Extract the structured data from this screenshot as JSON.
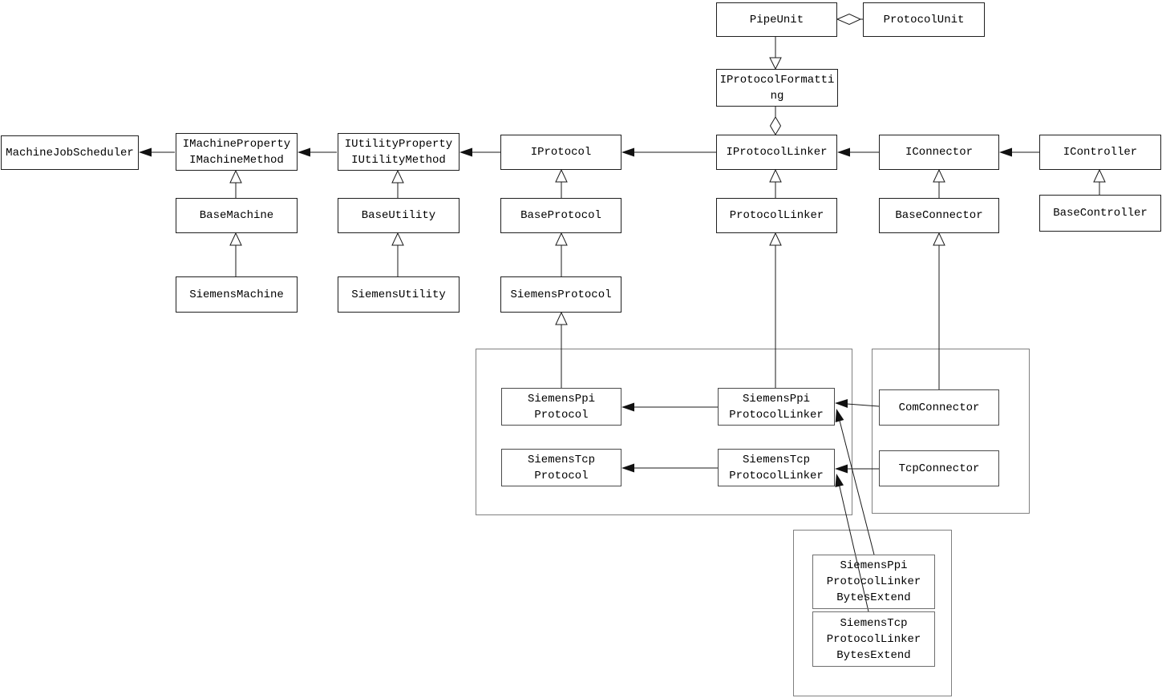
{
  "diagram": {
    "nodes": {
      "pipe_unit": {
        "label": "PipeUnit"
      },
      "protocol_unit": {
        "label": "ProtocolUnit"
      },
      "iprotocol_formatting": {
        "label": "IProtocolFormatti\nng"
      },
      "machine_job_scheduler": {
        "label": "MachineJobScheduler"
      },
      "imachine_property": {
        "label": "IMachineProperty\nIMachineMethod"
      },
      "iutility_property": {
        "label": "IUtilityProperty\nIUtilityMethod"
      },
      "iprotocol": {
        "label": "IProtocol"
      },
      "iprotocol_linker": {
        "label": "IProtocolLinker"
      },
      "iconnector": {
        "label": "IConnector"
      },
      "icontroller": {
        "label": "IController"
      },
      "base_machine": {
        "label": "BaseMachine"
      },
      "base_utility": {
        "label": "BaseUtility"
      },
      "base_protocol": {
        "label": "BaseProtocol"
      },
      "protocol_linker": {
        "label": "ProtocolLinker"
      },
      "base_connector": {
        "label": "BaseConnector"
      },
      "base_controller": {
        "label": "BaseController"
      },
      "siemens_machine": {
        "label": "SiemensMachine"
      },
      "siemens_utility": {
        "label": "SiemensUtility"
      },
      "siemens_protocol": {
        "label": "SiemensProtocol"
      },
      "siemens_ppi_protocol": {
        "label": "SiemensPpi\nProtocol"
      },
      "siemens_tcp_protocol": {
        "label": "SiemensTcp\nProtocol"
      },
      "siemens_ppi_protocol_linker": {
        "label": "SiemensPpi\nProtocolLinker"
      },
      "siemens_tcp_protocol_linker": {
        "label": "SiemensTcp\nProtocolLinker"
      },
      "com_connector": {
        "label": "ComConnector"
      },
      "tcp_connector": {
        "label": "TcpConnector"
      },
      "siemens_ppi_protocol_linker_bytes_extend": {
        "label": "SiemensPpi\nProtocolLinker\nBytesExtend"
      },
      "siemens_tcp_protocol_linker_bytes_extend": {
        "label": "SiemensTcp\nProtocolLinker\nBytesExtend"
      }
    },
    "relationships": [
      {
        "from": "PipeUnit",
        "to": "ProtocolUnit",
        "type": "aggregation"
      },
      {
        "from": "PipeUnit",
        "to": "IProtocolFormatting",
        "type": "inheritance"
      },
      {
        "from": "IProtocolFormatting",
        "to": "IProtocolLinker",
        "type": "aggregation"
      },
      {
        "from": "IMachineProperty IMachineMethod",
        "to": "MachineJobScheduler",
        "type": "association"
      },
      {
        "from": "IUtilityProperty IUtilityMethod",
        "to": "IMachineProperty IMachineMethod",
        "type": "association"
      },
      {
        "from": "IProtocol",
        "to": "IUtilityProperty IUtilityMethod",
        "type": "association"
      },
      {
        "from": "IProtocolLinker",
        "to": "IProtocol",
        "type": "association"
      },
      {
        "from": "IConnector",
        "to": "IProtocolLinker",
        "type": "association"
      },
      {
        "from": "IController",
        "to": "IConnector",
        "type": "association"
      },
      {
        "from": "BaseMachine",
        "to": "IMachineProperty IMachineMethod",
        "type": "inheritance"
      },
      {
        "from": "BaseUtility",
        "to": "IUtilityProperty IUtilityMethod",
        "type": "inheritance"
      },
      {
        "from": "BaseProtocol",
        "to": "IProtocol",
        "type": "inheritance"
      },
      {
        "from": "ProtocolLinker",
        "to": "IProtocolLinker",
        "type": "inheritance"
      },
      {
        "from": "BaseConnector",
        "to": "IConnector",
        "type": "inheritance"
      },
      {
        "from": "BaseController",
        "to": "IController",
        "type": "inheritance"
      },
      {
        "from": "SiemensMachine",
        "to": "BaseMachine",
        "type": "inheritance"
      },
      {
        "from": "SiemensUtility",
        "to": "BaseUtility",
        "type": "inheritance"
      },
      {
        "from": "SiemensProtocol",
        "to": "BaseProtocol",
        "type": "inheritance"
      },
      {
        "from": "SiemensPpiProtocol",
        "to": "SiemensProtocol",
        "type": "inheritance"
      },
      {
        "from": "SiemensPpiProtocolLinker",
        "to": "ProtocolLinker",
        "type": "inheritance"
      },
      {
        "from": "ComConnector",
        "to": "BaseConnector",
        "type": "inheritance"
      },
      {
        "from": "SiemensPpiProtocolLinker",
        "to": "SiemensPpiProtocol",
        "type": "association"
      },
      {
        "from": "SiemensTcpProtocolLinker",
        "to": "SiemensTcpProtocol",
        "type": "association"
      },
      {
        "from": "ComConnector",
        "to": "SiemensPpiProtocolLinker",
        "type": "association"
      },
      {
        "from": "TcpConnector",
        "to": "SiemensTcpProtocolLinker",
        "type": "association"
      },
      {
        "from": "SiemensPpiProtocolLinkerBytesExtend",
        "to": "SiemensPpiProtocolLinker",
        "type": "association"
      },
      {
        "from": "SiemensTcpProtocolLinkerBytesExtend",
        "to": "SiemensTcpProtocolLinker",
        "type": "association"
      }
    ]
  }
}
